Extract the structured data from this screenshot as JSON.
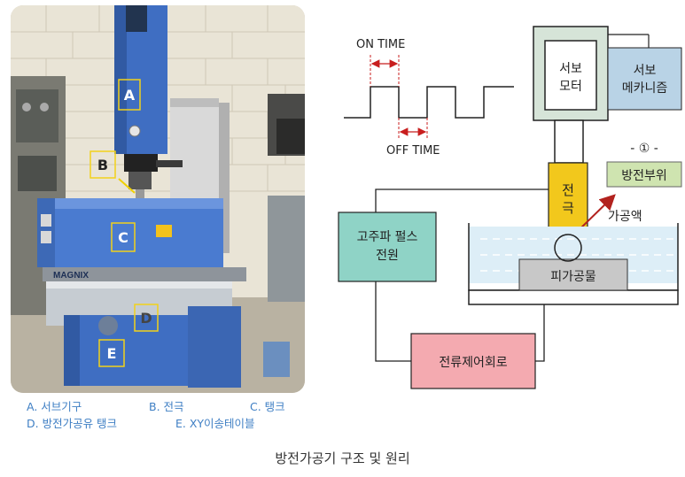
{
  "photo": {
    "markers": [
      "A",
      "B",
      "C",
      "D",
      "E"
    ],
    "machine_brand": "MAGNIX"
  },
  "legend": {
    "a": "A. 서브기구",
    "b": "B. 전극",
    "c": "C. 탱크",
    "d": "D. 방전가공유 탱크",
    "e": "E. XY이송테이블"
  },
  "diagram": {
    "on_time": "ON TIME",
    "off_time": "OFF TIME",
    "servo_motor": [
      "서보",
      "모터"
    ],
    "servo_mechanism": [
      "서보",
      "메카니즘"
    ],
    "circle_mark": "- ① -",
    "discharge_part": "방전부위",
    "electrode": [
      "전",
      "극"
    ],
    "fluid": "가공액",
    "pulse_power": [
      "고주파 펄스",
      "전원"
    ],
    "workpiece": "피가공물",
    "current_control": "전류제어회로"
  },
  "caption": "방전가공기 구조 및 원리",
  "colors": {
    "legend_text": "#3f7fc4",
    "machine_blue": "#3f6ec2",
    "servo_box": "#d6e4d8",
    "servo_mech": "#b9d3e6",
    "electrode": "#f2c81c",
    "discharge": "#cfe4b0",
    "pulse_power": "#8fd3c6",
    "workpiece": "#c8c8c8",
    "current_control": "#f4aab0",
    "dimension_arrow": "#c81e1e"
  }
}
